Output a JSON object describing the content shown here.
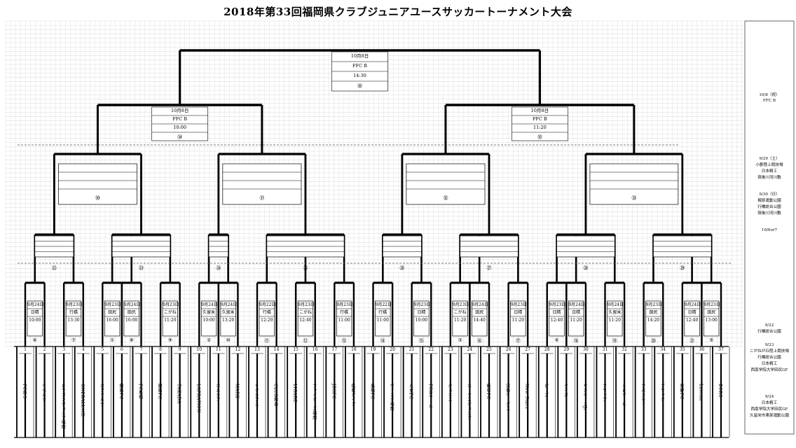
{
  "title": "2018年第33回福岡県クラブジュニアユースサッカートーナメント大会",
  "teams": [
    {
      "seed": "1",
      "name": "FC南小"
    },
    {
      "seed": "2",
      "name": "リベルタ"
    },
    {
      "seed": "3",
      "name": "ドラゴンジュニア福岡"
    },
    {
      "seed": "4",
      "name": "ONEBALL大川"
    },
    {
      "seed": "5",
      "name": "ボアソルテ"
    },
    {
      "seed": "6",
      "name": "閲西FC"
    },
    {
      "seed": "7",
      "name": "FC鳥栖"
    },
    {
      "seed": "8",
      "name": "閲西FC"
    },
    {
      "seed": "9",
      "name": "TAKADA"
    },
    {
      "seed": "10",
      "name": "LAPRATION"
    },
    {
      "seed": "11",
      "name": "ボルシア"
    },
    {
      "seed": "12",
      "name": "MARK"
    },
    {
      "seed": "13",
      "name": "リクシアス"
    },
    {
      "seed": "14",
      "name": "CLUB和白"
    },
    {
      "seed": "15",
      "name": "LIGARE"
    },
    {
      "seed": "16",
      "name": "ファイターズ福岡"
    },
    {
      "seed": "17",
      "name": "JBSFC"
    },
    {
      "seed": "18",
      "name": "筑紫ダイア"
    },
    {
      "seed": "19",
      "name": "鳥栖FC"
    },
    {
      "seed": "20",
      "name": "ヴィスタ福岡"
    },
    {
      "seed": "21",
      "name": "八女FC"
    },
    {
      "seed": "22",
      "name": "FCロワール"
    },
    {
      "seed": "23",
      "name": "ジュネス"
    },
    {
      "seed": "24",
      "name": "ホークスジュニア"
    },
    {
      "seed": "25",
      "name": "飯塚FC"
    },
    {
      "seed": "26",
      "name": "宗像リーグス"
    },
    {
      "seed": "27",
      "name": "New Stars"
    },
    {
      "seed": "28",
      "name": "ピーズ"
    },
    {
      "seed": "29",
      "name": "タイガー"
    },
    {
      "seed": "30",
      "name": "ヤンキースJr"
    },
    {
      "seed": "31",
      "name": "フラップ"
    },
    {
      "seed": "32",
      "name": "トレゾール"
    },
    {
      "seed": "33",
      "name": "アバンティ"
    },
    {
      "seed": "34",
      "name": "ブラック"
    },
    {
      "seed": "35",
      "name": "栗野FC"
    },
    {
      "seed": "36",
      "name": "Lasona"
    },
    {
      "seed": "37",
      "name": "BORS"
    }
  ],
  "first_round": [
    {
      "date": "9月24日",
      "venue": "日精",
      "time": "10:00",
      "no": "⑥"
    },
    {
      "date": "9月23日",
      "venue": "行橋",
      "time": "13:30",
      "no": "⑦"
    },
    {
      "date": "9月23日",
      "venue": "田尻",
      "time": "16:00",
      "no": "①"
    },
    {
      "date": "9月24日",
      "venue": "田尻",
      "time": "16:00",
      "no": "⑧"
    },
    {
      "date": "9月23日",
      "venue": "こがね",
      "time": "11:20",
      "no": "⑨"
    },
    {
      "date": "9月24日",
      "venue": "久留米",
      "time": "10:00",
      "no": "②"
    },
    {
      "date": "9月24日",
      "venue": "久留米",
      "time": "13:20",
      "no": "⑩"
    },
    {
      "date": "9月22日",
      "venue": "行橋",
      "time": "12:20",
      "no": "⑪"
    },
    {
      "date": "9月23日",
      "venue": "こがね",
      "time": "12:40",
      "no": "⑫"
    },
    {
      "date": "9月23日",
      "venue": "行橋",
      "time": "11:00",
      "no": "⑬"
    },
    {
      "date": "9月22日",
      "venue": "行橋",
      "time": "11:00",
      "no": "⑭"
    },
    {
      "date": "9月23日",
      "venue": "日精",
      "time": "10:00",
      "no": "⑮"
    },
    {
      "date": "9月23日",
      "venue": "こがね",
      "time": "11:20",
      "no": "③"
    },
    {
      "date": "9月24日",
      "venue": "田尻",
      "time": "14:40",
      "no": "⑯"
    },
    {
      "date": "9月23日",
      "venue": "日精",
      "time": "11:20",
      "no": "⑰"
    },
    {
      "date": "9月23日",
      "venue": "日精",
      "time": "12:40",
      "no": "④"
    },
    {
      "date": "9月24日",
      "venue": "日精",
      "time": "11:20",
      "no": "⑱"
    },
    {
      "date": "9月24日",
      "venue": "久留米",
      "time": "11:20",
      "no": "⑲"
    },
    {
      "date": "9月23日",
      "venue": "田尻",
      "time": "14:20",
      "no": "⑳"
    },
    {
      "date": "9月24日",
      "venue": "日精",
      "time": "12:40",
      "no": "㉑"
    },
    {
      "date": "9月23日",
      "venue": "田尻",
      "time": "13:00",
      "no": "⑤"
    }
  ],
  "r2_numbers": [
    "㉒",
    "㉓",
    "㉔",
    "㉕",
    "㉖",
    "㉗",
    "㉘",
    "㉙"
  ],
  "r3_numbers": [
    "㉚",
    "㉛",
    "㉜",
    "㉝"
  ],
  "semis": [
    {
      "date": "10月8日",
      "venue": "FFC B",
      "time": "10:00",
      "no": "㉞"
    },
    {
      "date": "10月8日",
      "venue": "FFC B",
      "time": "11:20",
      "no": "㉟"
    }
  ],
  "final": {
    "date": "10月8日",
    "venue": "FFC B",
    "time": "14:30",
    "no": "㊱"
  },
  "side": {
    "final_date": "10/8（祝）",
    "final_venue": "FFC B",
    "r3_a_date": "9/29（土）",
    "r3_a_v1": "小郡陸上競技場",
    "r3_a_v2": "日本精工",
    "r3_a_v3": "筑後川河川敷",
    "r3_b_date": "9/30（日）",
    "r3_b_v1": "梶原運動公園",
    "r3_b_v2": "行橋総合公園",
    "r3_b_v3": "筑後川河川敷",
    "r3_c_note": "10/6or7",
    "r1_a_date": "9/22",
    "r1_a_v1": "行橋総合公園",
    "r1_b_date": "9/23",
    "r1_b_v1": "こがねが丘陸上競技場",
    "r1_b_v2": "行橋総合公園",
    "r1_b_v3": "日本精工",
    "r1_b_v4": "西南学院大学田尻GF",
    "r1_c_date": "9/24",
    "r1_c_v1": "日本精工",
    "r1_c_v2": "西南学院大学田尻GF",
    "r1_c_v3": "久留米市東部運動公園"
  }
}
